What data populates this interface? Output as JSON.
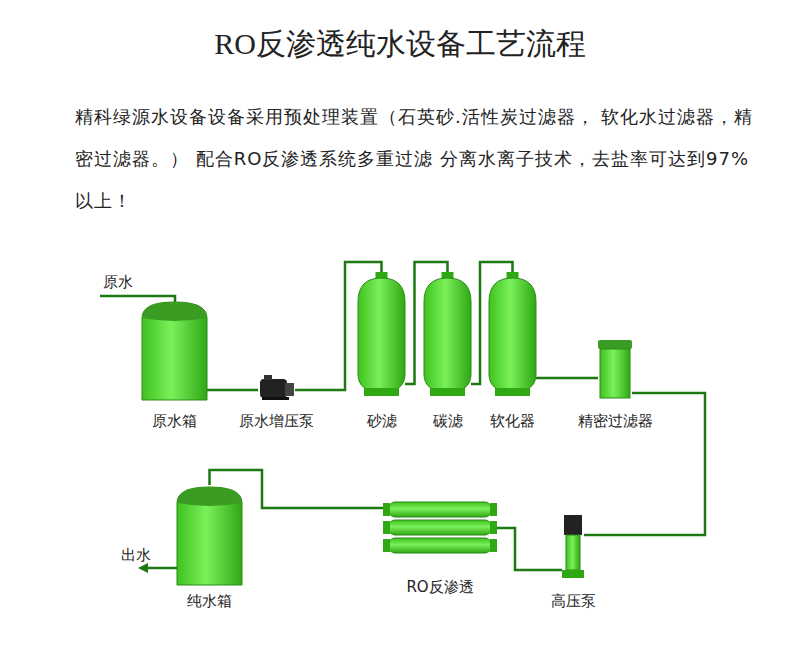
{
  "diagram": {
    "title": "RO反渗透纯水设备工艺流程",
    "caption": "精科绿源水设备设备采用预处理装置（石英砂.活性炭过滤器， 软化水过滤器，精密过滤器。） 配合RO反渗透系统多重过滤 分离水离子技术，去盐率可达到97%以上！",
    "nodes": [
      {
        "text": [
          "原水箱"
        ]
      },
      {
        "text": [
          "原水增压泵"
        ]
      },
      {
        "text": [
          "砂滤"
        ]
      },
      {
        "text": [
          "碳滤"
        ]
      },
      {
        "text": [
          "软化器"
        ]
      },
      {
        "text": [
          "精密过滤器"
        ]
      },
      {
        "text": [
          "纯水箱"
        ]
      },
      {
        "text": [
          "RO反渗透"
        ]
      },
      {
        "text": [
          "高压泵"
        ]
      }
    ],
    "edges": [
      {
        "from": 0,
        "to": 1,
        "arrow": "none"
      },
      {
        "from": 1,
        "to": 2,
        "arrow": "none"
      },
      {
        "from": 2,
        "to": 3,
        "arrow": "none"
      },
      {
        "from": 3,
        "to": 4,
        "arrow": "none"
      },
      {
        "from": 4,
        "to": 5,
        "arrow": "none"
      },
      {
        "from": 5,
        "to": 8,
        "arrow": "none"
      },
      {
        "from": 8,
        "to": 7,
        "arrow": "none"
      },
      {
        "from": 7,
        "to": 6,
        "arrow": "none"
      }
    ],
    "labels": [
      "原水",
      "出水"
    ]
  }
}
